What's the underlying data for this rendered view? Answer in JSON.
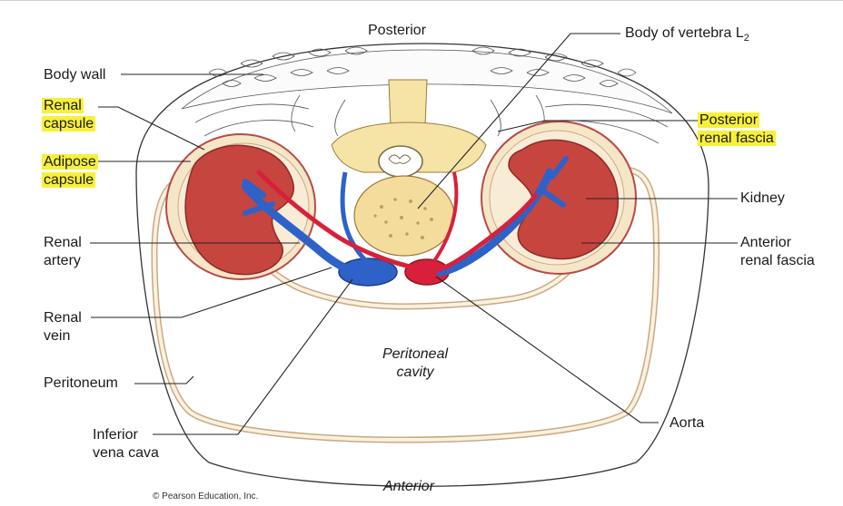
{
  "labels": {
    "posterior": "Posterior",
    "anterior": "Anterior",
    "body_wall": "Body wall",
    "renal_capsule": [
      "Renal",
      "capsule"
    ],
    "adipose_capsule": [
      "Adipose",
      "capsule"
    ],
    "renal_artery": [
      "Renal",
      "artery"
    ],
    "renal_vein": [
      "Renal",
      "vein"
    ],
    "peritoneum": "Peritoneum",
    "inferior_vena_cava": [
      "Inferior",
      "vena cava"
    ],
    "body_of_vertebra": "Body of vertebra L",
    "vertebra_sub": "2",
    "posterior_renal_fascia": [
      "Posterior",
      "renal fascia"
    ],
    "kidney": "Kidney",
    "anterior_renal_fascia": [
      "Anterior",
      "renal fascia"
    ],
    "aorta": "Aorta",
    "peritoneal_cavity": [
      "Peritoneal",
      "cavity"
    ],
    "copyright": "© Pearson Education, Inc."
  },
  "colors": {
    "highlight": "#f7f03a",
    "kidney": "#c6453f",
    "vein": "#2f62c8",
    "artery": "#d8203a",
    "bone": "#f6e3a6",
    "fat": "#f6e6c8"
  }
}
